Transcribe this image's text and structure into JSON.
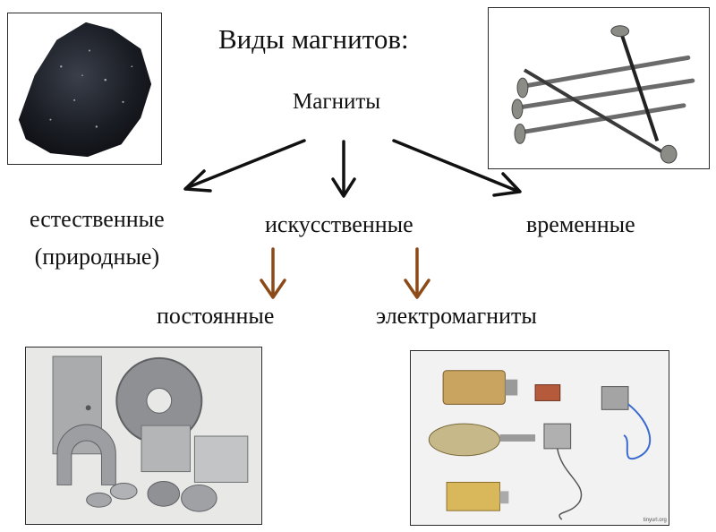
{
  "diagram": {
    "title": "Виды магнитов:",
    "root": "Магниты",
    "branches": {
      "natural_line1": "естественные",
      "natural_line2": "(природные)",
      "artificial": "искусственные",
      "temporary": "временные"
    },
    "sub_branches": {
      "permanent": "постоянные",
      "electromagnets": "электромагниты"
    },
    "colors": {
      "primary_arrow": "#111111",
      "secondary_arrow": "#8b4a18"
    },
    "images": {
      "electromagnets_caption": "tinyurl.org"
    }
  }
}
